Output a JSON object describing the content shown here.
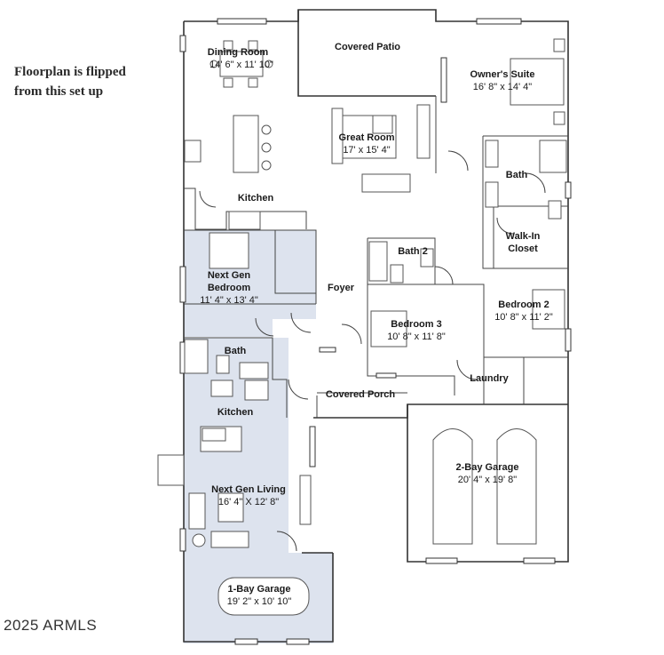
{
  "note": {
    "line1": "Floorplan is flipped",
    "line2": "from this set up"
  },
  "copyright": "2025 ARMLS",
  "colors": {
    "nextgen_fill": "#dde3ee",
    "wall": "#333333"
  },
  "rooms": {
    "dining": {
      "name": "Dining Room",
      "dims": "14' 6\" x 11' 10\""
    },
    "patio": {
      "name": "Covered Patio"
    },
    "owners_suite": {
      "name": "Owner's Suite",
      "dims": "16' 8\" x 14' 4\""
    },
    "great_room": {
      "name": "Great Room",
      "dims": "17' x 15' 4\""
    },
    "kitchen": {
      "name": "Kitchen"
    },
    "owner_bath": {
      "name": "Bath"
    },
    "walk_in": {
      "name_line1": "Walk-In",
      "name_line2": "Closet"
    },
    "bath2": {
      "name": "Bath 2"
    },
    "nextgen_bedroom": {
      "name_line1": "Next Gen",
      "name_line2": "Bedroom",
      "dims": "11' 4\" x 13' 4\""
    },
    "foyer": {
      "name": "Foyer"
    },
    "bedroom3": {
      "name": "Bedroom 3",
      "dims": "10' 8\" x 11' 8\""
    },
    "bedroom2": {
      "name": "Bedroom 2",
      "dims": "10' 8\" x 11' 2\""
    },
    "nextgen_bath": {
      "name": "Bath"
    },
    "laundry": {
      "name": "Laundry"
    },
    "covered_porch": {
      "name": "Covered Porch"
    },
    "nextgen_kitchen": {
      "name": "Kitchen"
    },
    "garage2": {
      "name": "2-Bay Garage",
      "dims": "20' 4\" x 19' 8\""
    },
    "nextgen_living": {
      "name": "Next Gen Living",
      "dims": "16' 4\" X 12' 8\""
    },
    "garage1": {
      "name": "1-Bay Garage",
      "dims": "19' 2\" x 10' 10\""
    }
  }
}
